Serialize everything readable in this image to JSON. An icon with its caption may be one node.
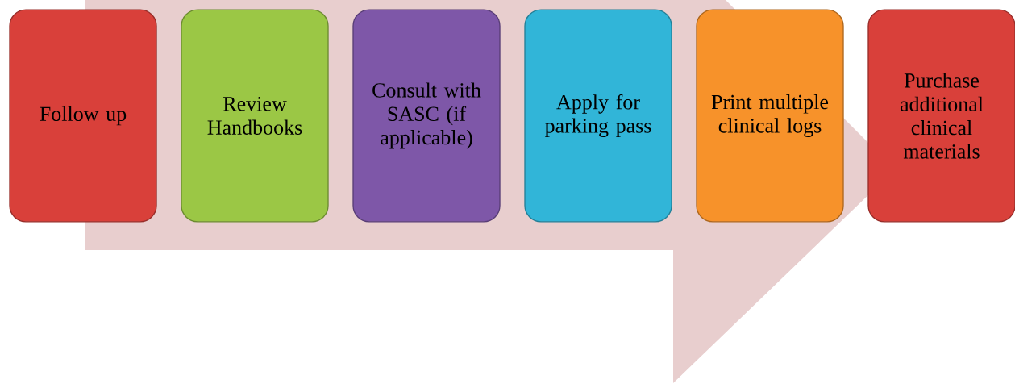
{
  "diagram": {
    "nodes": [
      {
        "text": [
          "Follow up"
        ]
      },
      {
        "text": [
          "Review Handbooks"
        ]
      },
      {
        "text": [
          "Consult with SASC (if applicable)"
        ]
      },
      {
        "text": [
          "Apply for parking pass"
        ]
      },
      {
        "text": [
          "Print multiple clinical logs"
        ]
      },
      {
        "text": [
          "Purchase additional clinical materials"
        ]
      }
    ]
  }
}
